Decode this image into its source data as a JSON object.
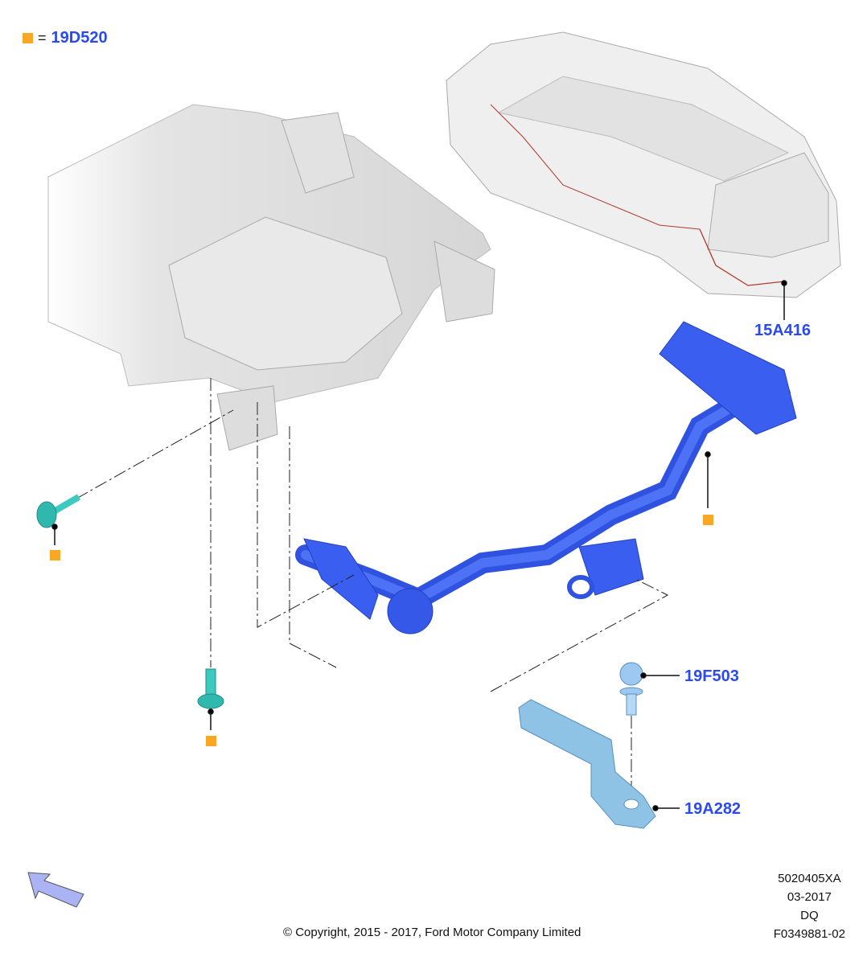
{
  "legend": {
    "symbol": "orange-square",
    "equals": "=",
    "part": "19D520"
  },
  "callouts": {
    "harness": "15A416",
    "ball": "19F503",
    "ball_mount": "19A282"
  },
  "meta": {
    "code": "5020405XA",
    "date": "03-2017",
    "region": "DQ",
    "figure": "F0349881-02"
  },
  "copyright": "© Copyright, 2015 - 2017, Ford Motor Company Limited",
  "colors": {
    "callout": "#2a4af0",
    "marker": "#f9a825",
    "hitch": "#3a5ef0",
    "bolt": "#3cc9c0",
    "mount": "#8fc3e6"
  }
}
